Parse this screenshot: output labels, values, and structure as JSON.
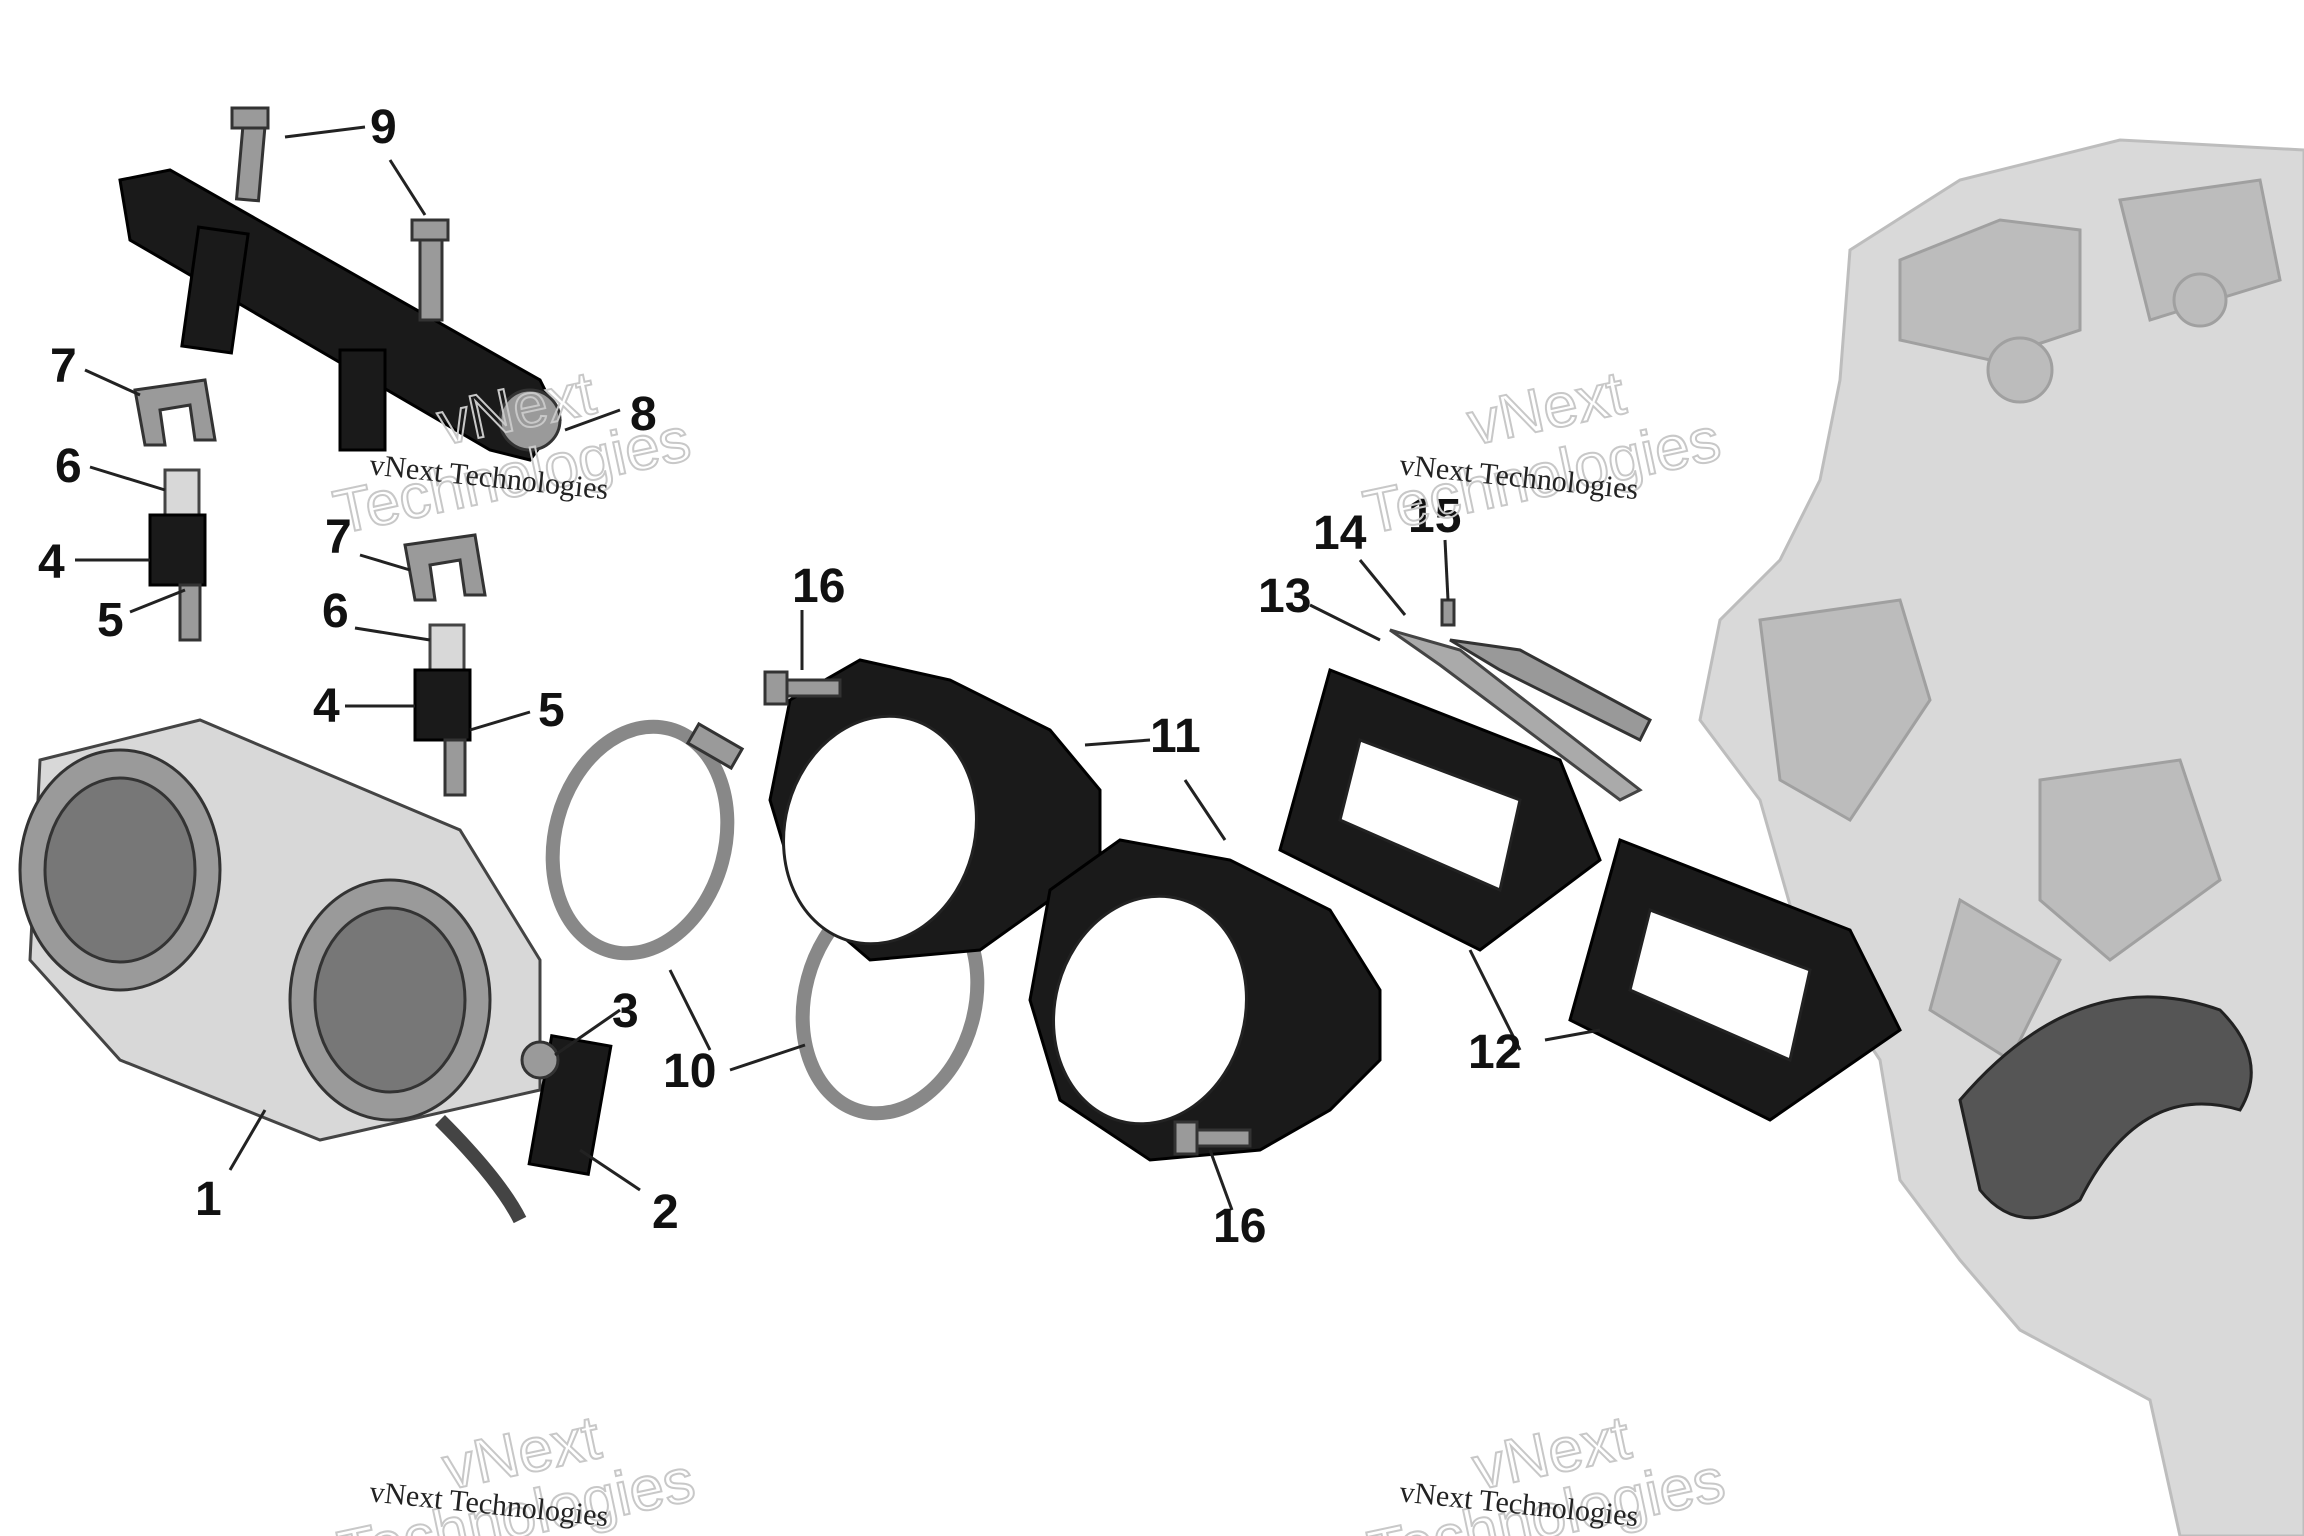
{
  "watermark": {
    "brand": "vNext",
    "line": "Technologies",
    "full": "vNext Technologies"
  },
  "callouts": {
    "c1": "1",
    "c2": "2",
    "c3": "3",
    "c4a": "4",
    "c4b": "4",
    "c5a": "5",
    "c5b": "5",
    "c6a": "6",
    "c6b": "6",
    "c7a": "7",
    "c7b": "7",
    "c8": "8",
    "c9": "9",
    "c10": "10",
    "c11": "11",
    "c12": "12",
    "c13": "13",
    "c14": "14",
    "c15": "15",
    "c16a": "16",
    "c16b": "16"
  }
}
